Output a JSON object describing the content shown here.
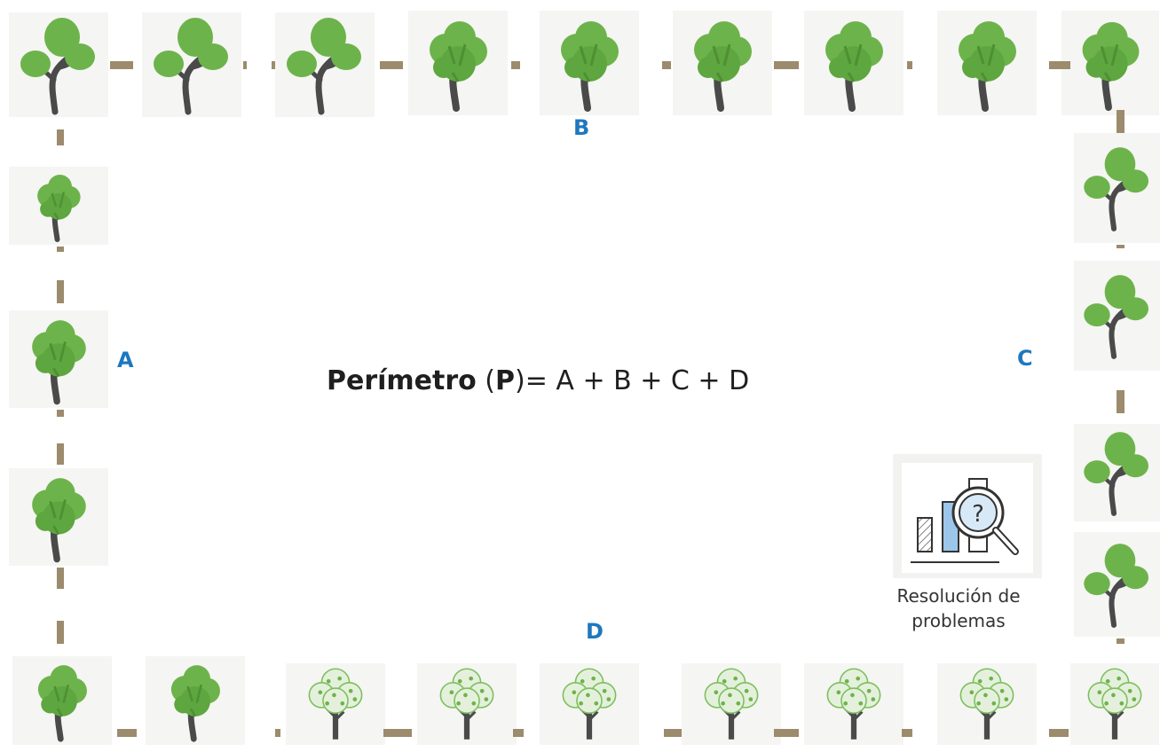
{
  "labels": {
    "side_a": "A",
    "side_b": "B",
    "side_c": "C",
    "side_d": "D"
  },
  "formula": {
    "word": "Perímetro",
    "open_paren": " (",
    "symbol": "P",
    "rest": ")= A + B + C + D"
  },
  "badge": {
    "icon": "problem-solving-icon",
    "line1": "Resolución de",
    "line2": "problemas"
  },
  "colors": {
    "label_blue": "#1d78be",
    "dash": "#9c8b6c",
    "leaf_light": "#6db34b",
    "leaf_dark": "#4f8f34",
    "trunk": "#4a4a4a"
  }
}
